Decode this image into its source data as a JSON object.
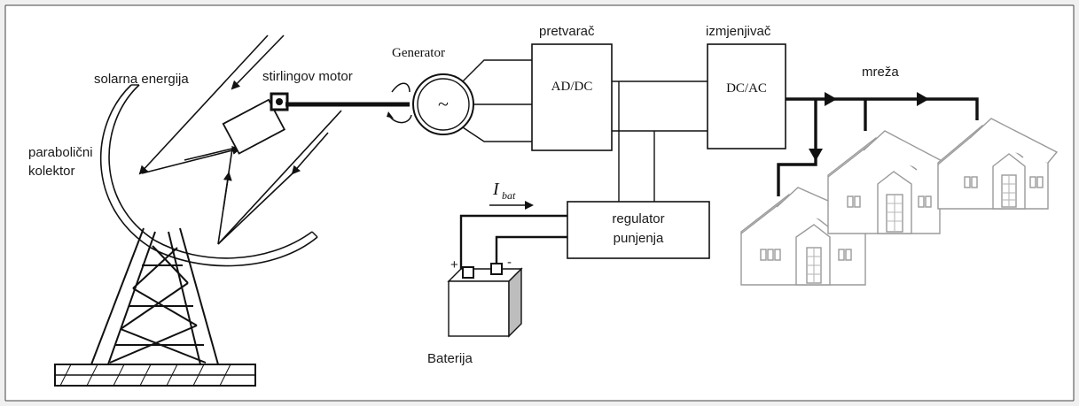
{
  "labels": {
    "solar_energy": "solarna energija",
    "stirling_motor": "stirlingov motor",
    "collector_line1": "parabolični",
    "collector_line2": "kolektor",
    "generator": "Generator",
    "generator_symbol": "~",
    "converter_title": "pretvarač",
    "converter_box": "AD/DC",
    "inverter_title": "izmjenjivač",
    "inverter_box": "DC/AC",
    "grid": "mreža",
    "charge_regulator_line1": "regulator",
    "charge_regulator_line2": "punjenja",
    "battery": "Baterija",
    "battery_plus": "+",
    "battery_minus": "-",
    "current_symbol": "I",
    "current_subscript": "bat"
  },
  "colors": {
    "background": "#f0f0f0",
    "panel": "#ffffff",
    "ink": "#111111",
    "house": "#9a9a9a"
  }
}
